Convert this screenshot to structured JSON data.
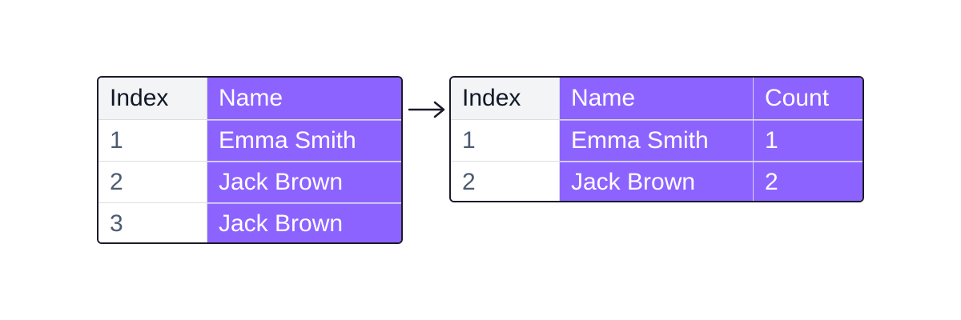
{
  "left": {
    "headers": [
      "Index",
      "Name"
    ],
    "rows": [
      [
        "1",
        "Emma Smith"
      ],
      [
        "2",
        "Jack Brown"
      ],
      [
        "3",
        "Jack Brown"
      ]
    ]
  },
  "right": {
    "headers": [
      "Index",
      "Name",
      "Count"
    ],
    "rows": [
      [
        "1",
        "Emma Smith",
        "1"
      ],
      [
        "2",
        "Jack Brown",
        "2"
      ]
    ]
  },
  "colors": {
    "highlight": "#8d63ff",
    "header_bg": "#f3f4f6",
    "border": "#1b1b2a",
    "index_text": "#4d5a72"
  },
  "arrow_icon": "right-arrow-icon"
}
